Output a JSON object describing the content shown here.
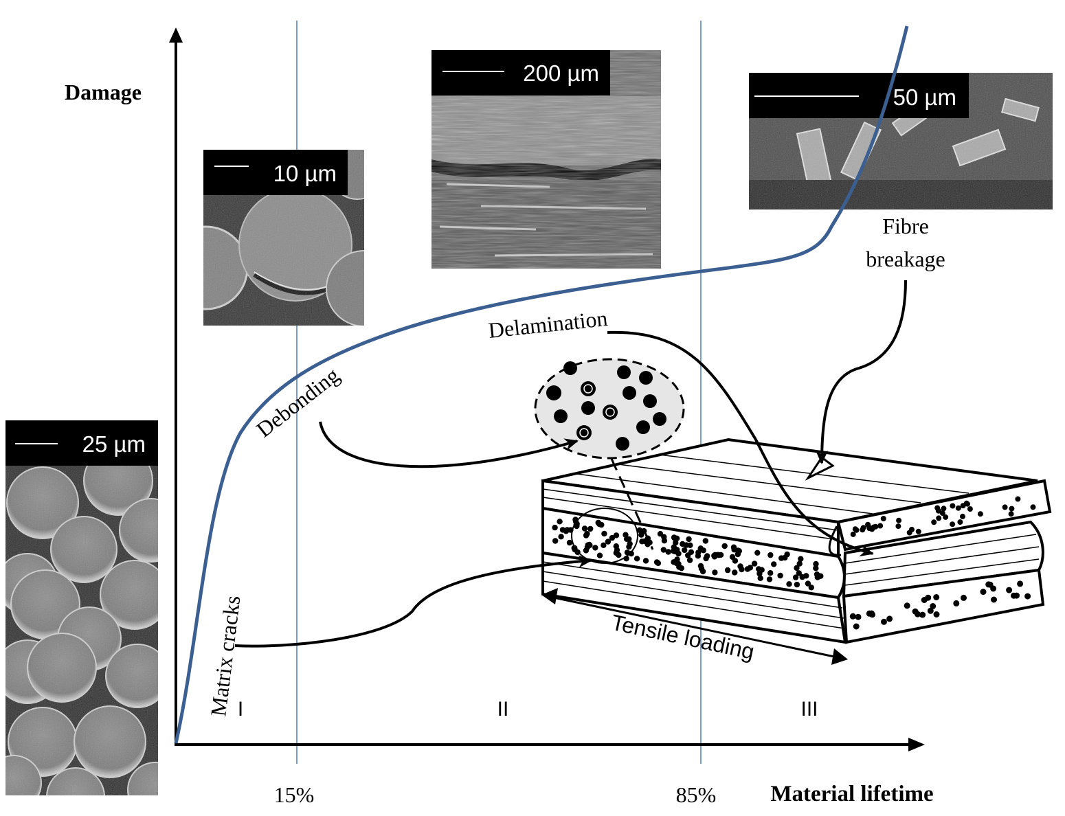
{
  "axes": {
    "y_label": "Damage",
    "x_label": "Material lifetime",
    "ticks": [
      "15%",
      "85%"
    ],
    "stages": [
      "I",
      "II",
      "III"
    ]
  },
  "mechanisms": {
    "matrix_cracks": "Matrix cracks",
    "debonding": "Debonding",
    "delamination": "Delamination",
    "fibre_breakage_line1": "Fibre",
    "fibre_breakage_line2": "breakage",
    "tensile_loading": "Tensile loading"
  },
  "micrographs": {
    "scale_25": "25 µm",
    "scale_10": "10 µm",
    "scale_200": "200 µm",
    "scale_50": "50 µm"
  },
  "colors": {
    "curve": "#3b5f91",
    "stage_line": "#5b84b8",
    "ink": "#000000"
  }
}
